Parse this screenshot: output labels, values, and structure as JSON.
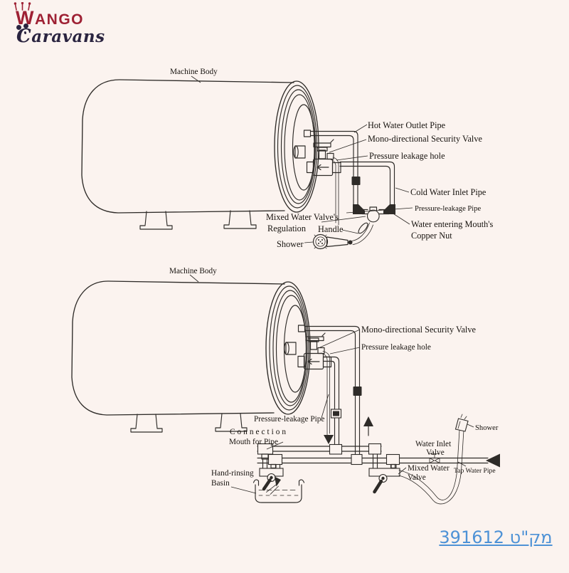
{
  "page": {
    "background": "#fbf3ef",
    "ink": "#2e2b28"
  },
  "logo": {
    "brand_line1": "WANGO",
    "brand_line2": "Caravans",
    "wango_color": "#9e2134",
    "caravans_color": "#2a2440"
  },
  "catalog": {
    "text": "מק\"ט 391612",
    "color": "#4e92d6"
  },
  "diagram_top": {
    "machine_body": "Machine Body",
    "hot_water_outlet": "Hot  Water  Outlet Pipe",
    "security_valve": "Mono-directional Security Valve",
    "pressure_leakage_hole": "Pressure leakage hole",
    "cold_water_inlet": "Cold Water Inlet Pipe",
    "pressure_leakage_pipe": "Pressure-leakage Pipe",
    "water_entering_1": "Water entering Mouth's",
    "water_entering_2": "Copper Nut",
    "mixed_valve_1": "Mixed Water Valve's",
    "mixed_valve_2": "Regulation",
    "handle": "Handle",
    "shower": "Shower"
  },
  "diagram_bottom": {
    "machine_body": "Machine Body",
    "security_valve": "Mono-directional Security Valve",
    "pressure_leakage_hole": "Pressure leakage hole",
    "pressure_leakage_pipe": "Pressure-leakage Pipe",
    "connection_1": "Connection",
    "connection_2": "Mouth for Pipe",
    "hand_rinsing_1": "Hand-rinsing",
    "hand_rinsing_2": "Basin",
    "mixed_water_1": "Mixed Water",
    "mixed_water_2": "Valve",
    "water_inlet_1": "Water Inlet",
    "water_inlet_2": "Valve",
    "tap_water_pipe": "Tap Water Pipe",
    "shower": "Shower"
  }
}
